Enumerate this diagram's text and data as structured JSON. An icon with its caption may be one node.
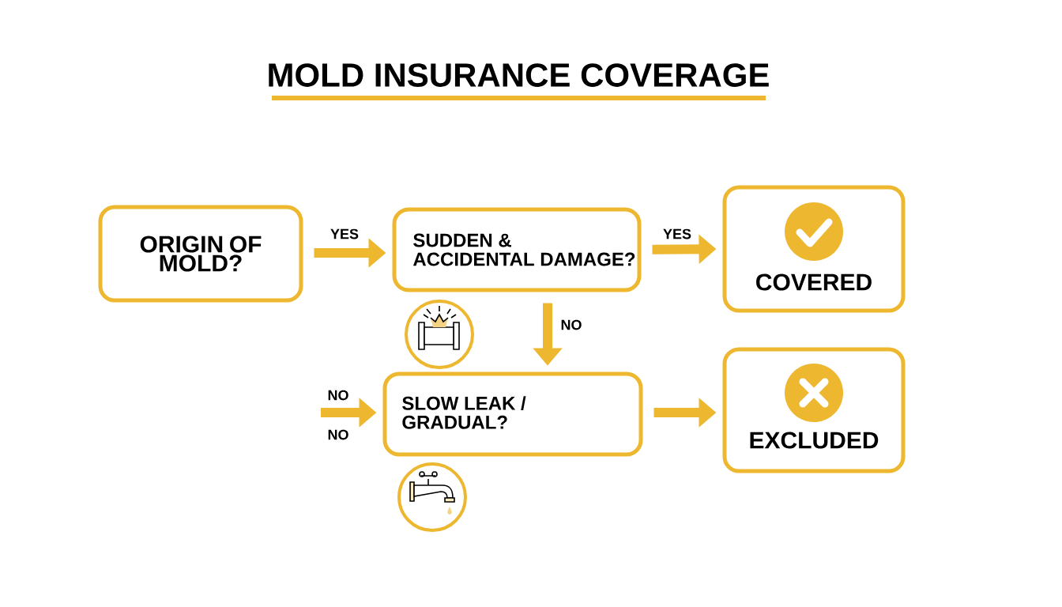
{
  "diagram": {
    "title": "MOLD INSURANCE COVERAGE",
    "nodes": [
      {
        "text": [
          "ORIGIN OF MOLD?"
        ]
      },
      {
        "text": [
          "SUDDEN & ACCIDENTAL DAMAGE?"
        ]
      },
      {
        "text": [
          "COVERED"
        ]
      },
      {
        "text": [
          "SLOW LEAK / GRADUAL?"
        ]
      },
      {
        "text": [
          "EXCLUDED"
        ]
      }
    ],
    "edges": [
      {
        "from": 0,
        "to": 1,
        "arrow": "to",
        "label": "YES"
      },
      {
        "from": 1,
        "to": 2,
        "arrow": "to",
        "label": "YES"
      },
      {
        "from": 1,
        "to": 3,
        "arrow": "to",
        "label": "NO"
      },
      {
        "from": null,
        "to": 3,
        "arrow": "to",
        "label": "NO"
      },
      {
        "from": 3,
        "to": 4,
        "arrow": "to"
      }
    ],
    "labels": [
      "NO"
    ]
  }
}
